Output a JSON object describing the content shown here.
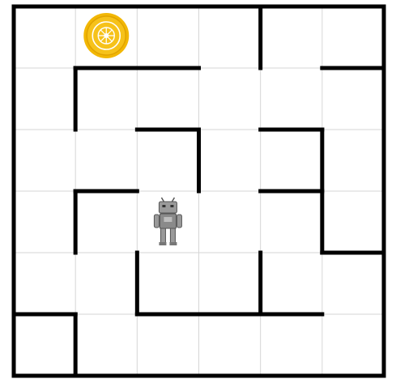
{
  "maze": {
    "rows": 6,
    "cols": 6,
    "grid_color": "#d6d6d6",
    "wall_color": "#000000",
    "walls": [
      {
        "r1": 0,
        "c1": 0,
        "r2": 0,
        "c2": 6
      },
      {
        "r1": 6,
        "c1": 0,
        "r2": 6,
        "c2": 6
      },
      {
        "r1": 0,
        "c1": 0,
        "r2": 6,
        "c2": 0
      },
      {
        "r1": 0,
        "c1": 6,
        "r2": 6,
        "c2": 6
      },
      {
        "r1": 0,
        "c1": 4,
        "r2": 1,
        "c2": 4
      },
      {
        "r1": 1,
        "c1": 1,
        "r2": 1,
        "c2": 3
      },
      {
        "r1": 1,
        "c1": 1,
        "r2": 2,
        "c2": 1
      },
      {
        "r1": 1,
        "c1": 5,
        "r2": 1,
        "c2": 6
      },
      {
        "r1": 2,
        "c1": 2,
        "r2": 2,
        "c2": 3
      },
      {
        "r1": 2,
        "c1": 3,
        "r2": 3,
        "c2": 3
      },
      {
        "r1": 2,
        "c1": 4,
        "r2": 2,
        "c2": 5
      },
      {
        "r1": 2,
        "c1": 5,
        "r2": 4,
        "c2": 5
      },
      {
        "r1": 3,
        "c1": 1,
        "r2": 3,
        "c2": 2
      },
      {
        "r1": 3,
        "c1": 1,
        "r2": 4,
        "c2": 1
      },
      {
        "r1": 3,
        "c1": 4,
        "r2": 3,
        "c2": 5
      },
      {
        "r1": 4,
        "c1": 5,
        "r2": 4,
        "c2": 6
      },
      {
        "r1": 4,
        "c1": 2,
        "r2": 5,
        "c2": 2
      },
      {
        "r1": 4,
        "c1": 4,
        "r2": 5,
        "c2": 4
      },
      {
        "r1": 5,
        "c1": 2,
        "r2": 5,
        "c2": 5
      },
      {
        "r1": 5,
        "c1": 0,
        "r2": 5,
        "c2": 1
      },
      {
        "r1": 5,
        "c1": 1,
        "r2": 6,
        "c2": 1
      }
    ]
  },
  "goal": {
    "row": 0,
    "col": 1,
    "icon": "gold-coin-icon",
    "color": "#f2b705"
  },
  "player": {
    "row": 3,
    "col": 2,
    "icon": "robot-icon",
    "color": "#8a8a8a"
  }
}
